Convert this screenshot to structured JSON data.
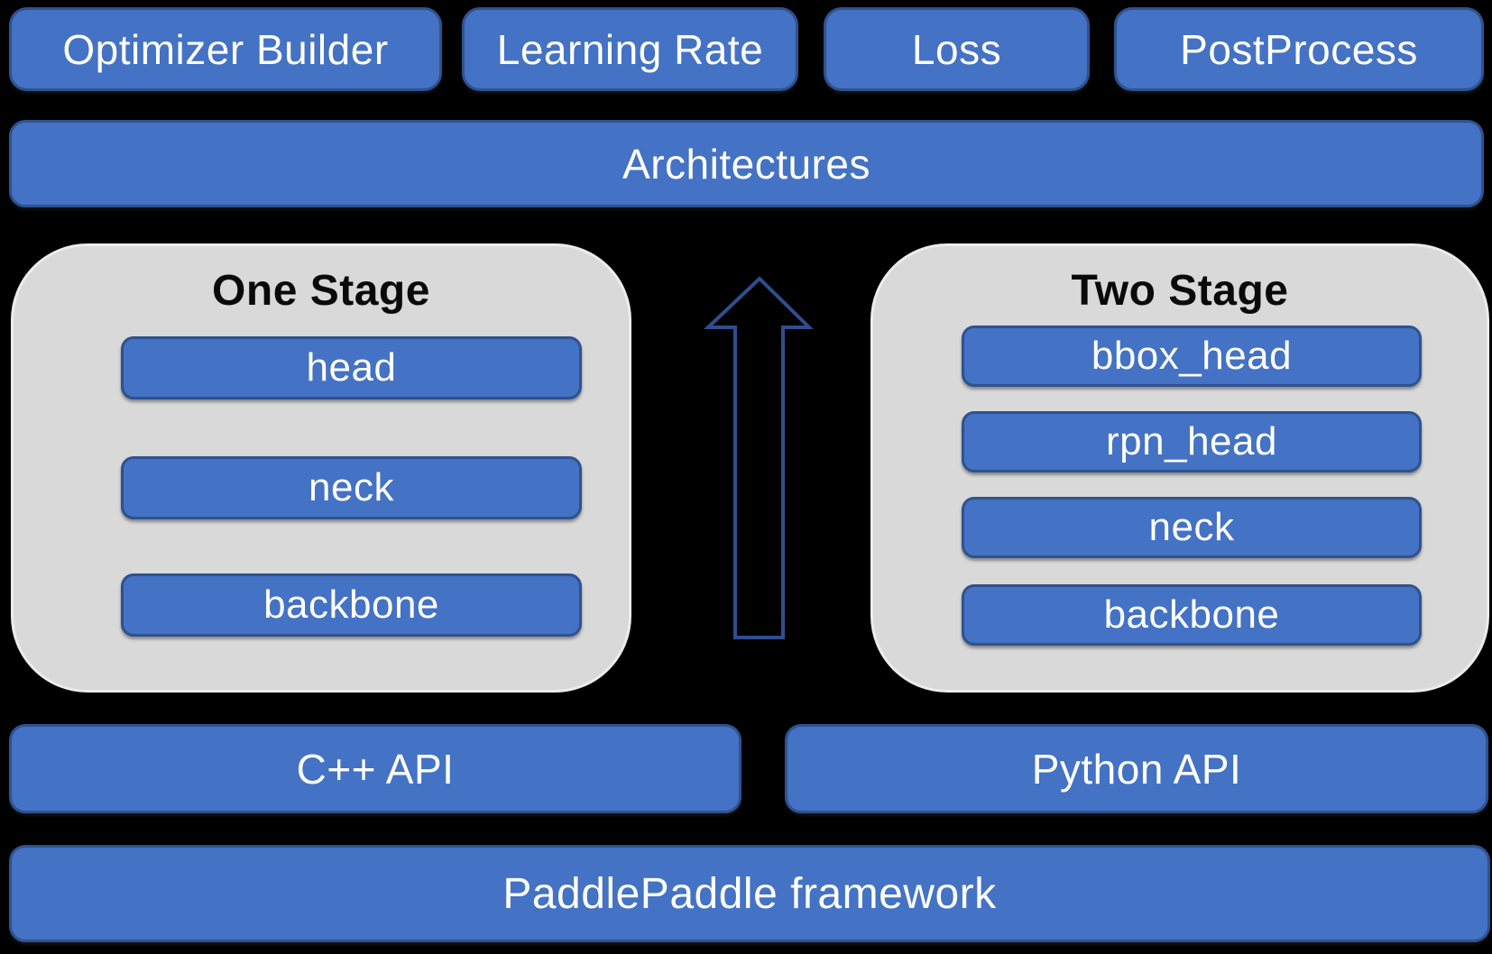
{
  "diagram": {
    "top_row": [
      "Optimizer Builder",
      "Learning Rate",
      "Loss",
      "PostProcess"
    ],
    "architectures_label": "Architectures",
    "one_stage": {
      "title": "One Stage",
      "items": [
        "head",
        "neck",
        "backbone"
      ]
    },
    "two_stage": {
      "title": "Two Stage",
      "items": [
        "bbox_head",
        "rpn_head",
        "neck",
        "backbone"
      ]
    },
    "apis": [
      {
        "label": "C++ API"
      },
      {
        "label": "Python API"
      }
    ],
    "framework_label": "PaddlePaddle framework",
    "colors": {
      "box_fill": "#4472C4",
      "box_border": "#2F528F",
      "panel_fill": "#D9D9D9",
      "panel_border": "#ECECEC",
      "background": "#000000",
      "arrow_stroke": "#2F4E8F",
      "text_light": "#FFFFFF",
      "text_dark": "#0A0A0A"
    }
  }
}
